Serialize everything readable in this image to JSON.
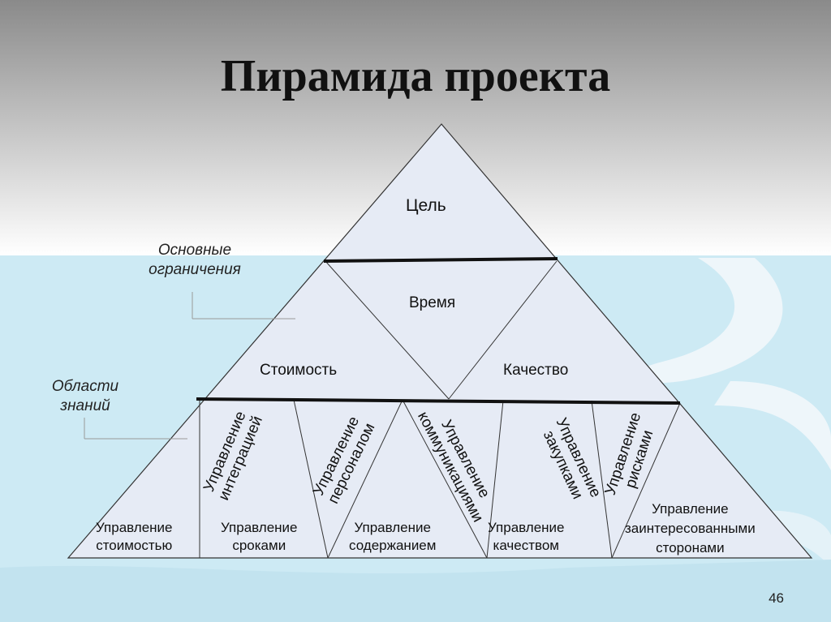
{
  "title": "Пирамида проекта",
  "pyramid": {
    "apex": "Цель",
    "time": "Время",
    "cost": "Стоимость",
    "quality": "Качество"
  },
  "side_labels": {
    "constraints": [
      "Основные",
      "ограничения"
    ],
    "knowledge_areas": [
      "Области",
      "знаний"
    ]
  },
  "knowledge_areas": {
    "base": {
      "cost": [
        "Управление",
        "стоимостью"
      ],
      "schedule": [
        "Управление",
        "сроками"
      ],
      "scope": [
        "Управление",
        "содержанием"
      ],
      "quality": [
        "Управление",
        "качеством"
      ],
      "stakeholders": [
        "Управление",
        "заинтересованными",
        "сторонами"
      ]
    },
    "slanted": {
      "integration": [
        "Управление",
        "интеграцией"
      ],
      "hr": [
        "Управление",
        "персоналом"
      ],
      "communications": [
        "Управление",
        "коммуникациями"
      ],
      "procurement": [
        "Управление",
        "закупками"
      ],
      "risk": [
        "Управление",
        "рисками"
      ]
    }
  },
  "page_number": "46",
  "colors": {
    "sky_top": "#8a8a8a",
    "sky_bottom": "#ffffff",
    "water": "#cdeaf4",
    "pyramid_fill": "#e6ebf5",
    "line": "#222222"
  }
}
